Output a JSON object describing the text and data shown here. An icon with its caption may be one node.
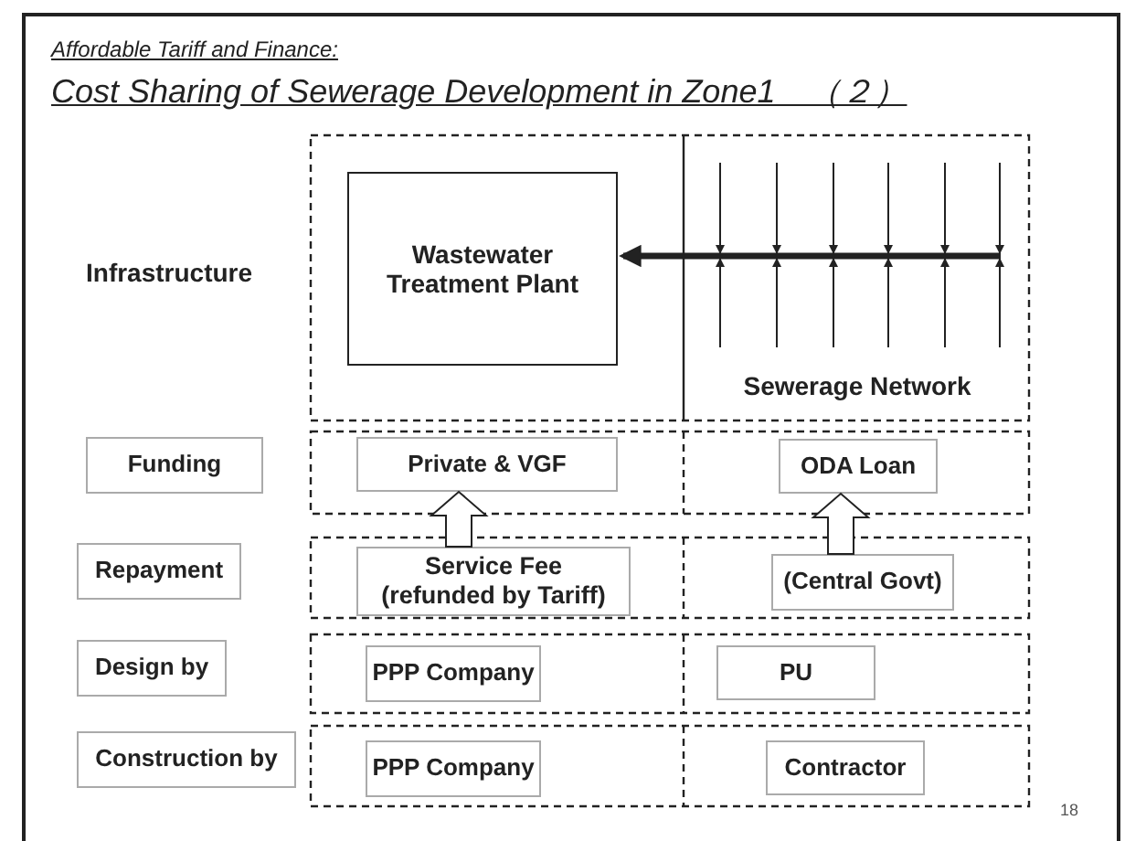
{
  "diagram": {
    "title": "Cost Sharing of Sewerage Development in Zone1　（２）",
    "nodes": [
      {
        "text": [
          "Wastewater Treatment Plant"
        ]
      },
      {
        "text": [
          "Sewerage Network"
        ]
      },
      {
        "text": [
          "Funding"
        ]
      },
      {
        "text": [
          "Private & VGF"
        ]
      },
      {
        "text": [
          "ODA Loan"
        ]
      },
      {
        "text": [
          "Repayment"
        ]
      },
      {
        "text": [
          "Service Fee (refunded by Tariff)"
        ]
      },
      {
        "text": [
          "(Central Govt)"
        ]
      },
      {
        "text": [
          "Design by"
        ]
      },
      {
        "text": [
          "PPP Company"
        ]
      },
      {
        "text": [
          "PU"
        ]
      },
      {
        "text": [
          "Construction by"
        ]
      },
      {
        "text": [
          "PPP Company"
        ]
      },
      {
        "text": [
          "Contractor"
        ]
      }
    ],
    "edges": [
      {
        "from": 1,
        "to": 0,
        "arrow": "to"
      },
      {
        "from": 6,
        "to": 3,
        "arrow": "to"
      },
      {
        "from": 7,
        "to": 4,
        "arrow": "to"
      }
    ],
    "labels": [
      "Affordable Tariff and Finance:",
      "Infrastructure",
      "18"
    ]
  }
}
